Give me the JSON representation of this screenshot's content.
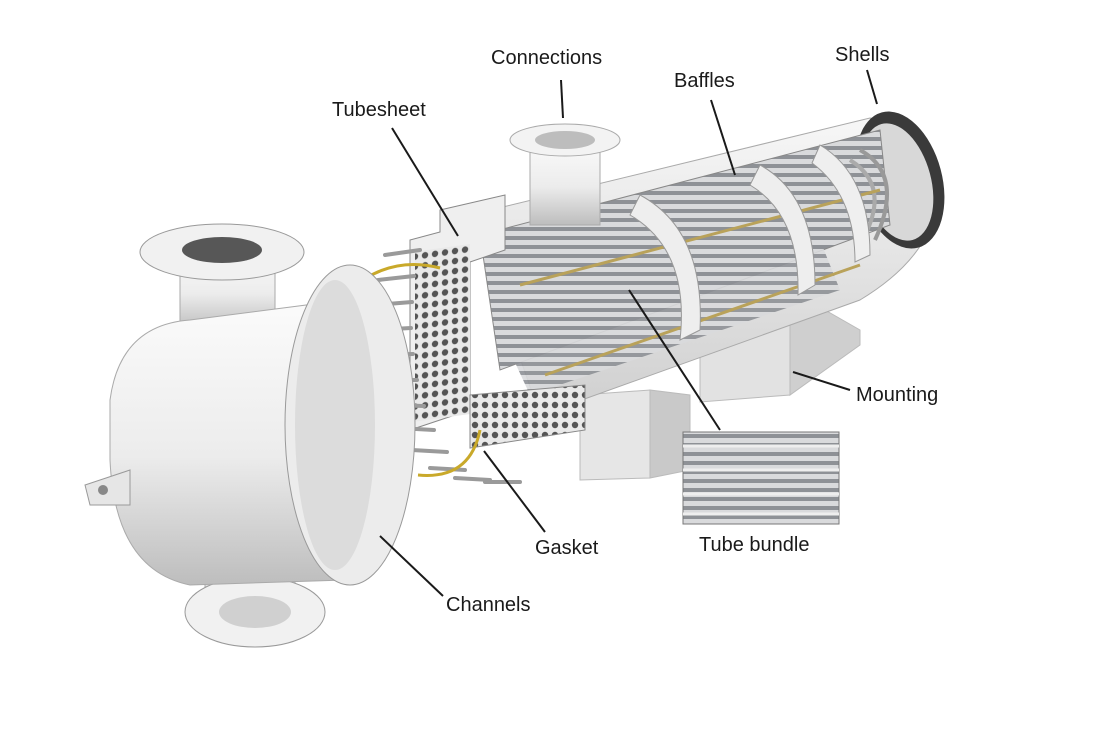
{
  "labels": {
    "connections": "Connections",
    "shells": "Shells",
    "baffles": "Baffles",
    "tubesheet": "Tubesheet",
    "mounting": "Mounting",
    "gasket": "Gasket",
    "tube_bundle": "Tube bundle",
    "channels": "Channels"
  },
  "colors": {
    "metal_light": "#f2f2f2",
    "metal_mid": "#d6d6d6",
    "metal_dark": "#8a8a8a",
    "tube": "#b9bcc0",
    "gasket": "#c9a92a",
    "tie_rod": "#b9a25a",
    "leader": "#1a1a1a"
  }
}
